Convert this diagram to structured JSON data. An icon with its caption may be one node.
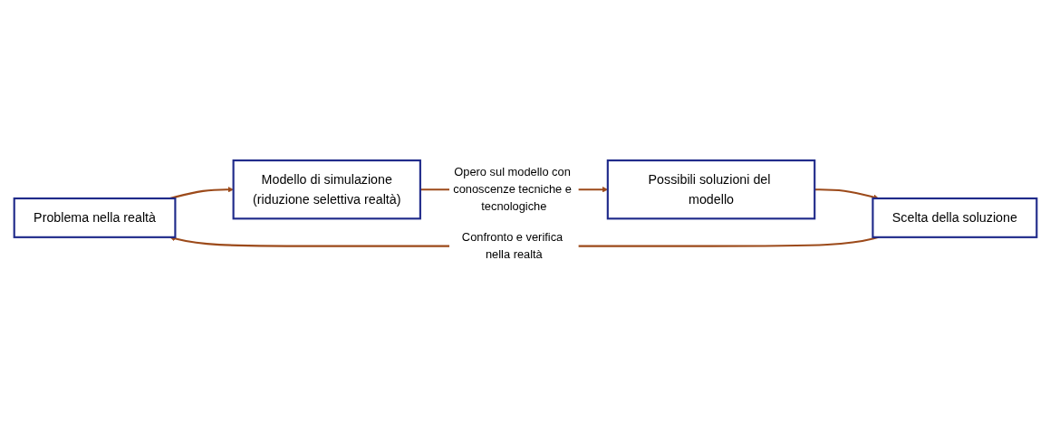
{
  "diagram": {
    "nodes": [
      {
        "text": [
          "Problema nella realtà"
        ]
      },
      {
        "text": [
          "Modello di simulazione",
          "(riduzione selettiva realtà)"
        ]
      },
      {
        "text": [
          "Possibili soluzioni del modello"
        ]
      },
      {
        "text": [
          "Scelta della soluzione"
        ]
      }
    ],
    "edges": [
      {
        "from": 0,
        "to": 1,
        "arrow": "to"
      },
      {
        "from": 1,
        "to": 2,
        "arrow": "to",
        "label": "Opero sul modello con conoscenze tecniche e tecnologiche"
      },
      {
        "from": 2,
        "to": 3,
        "arrow": "to"
      },
      {
        "from": 3,
        "to": 0,
        "arrow": "to",
        "label": "Confronto e verifica nella realtà"
      }
    ]
  }
}
